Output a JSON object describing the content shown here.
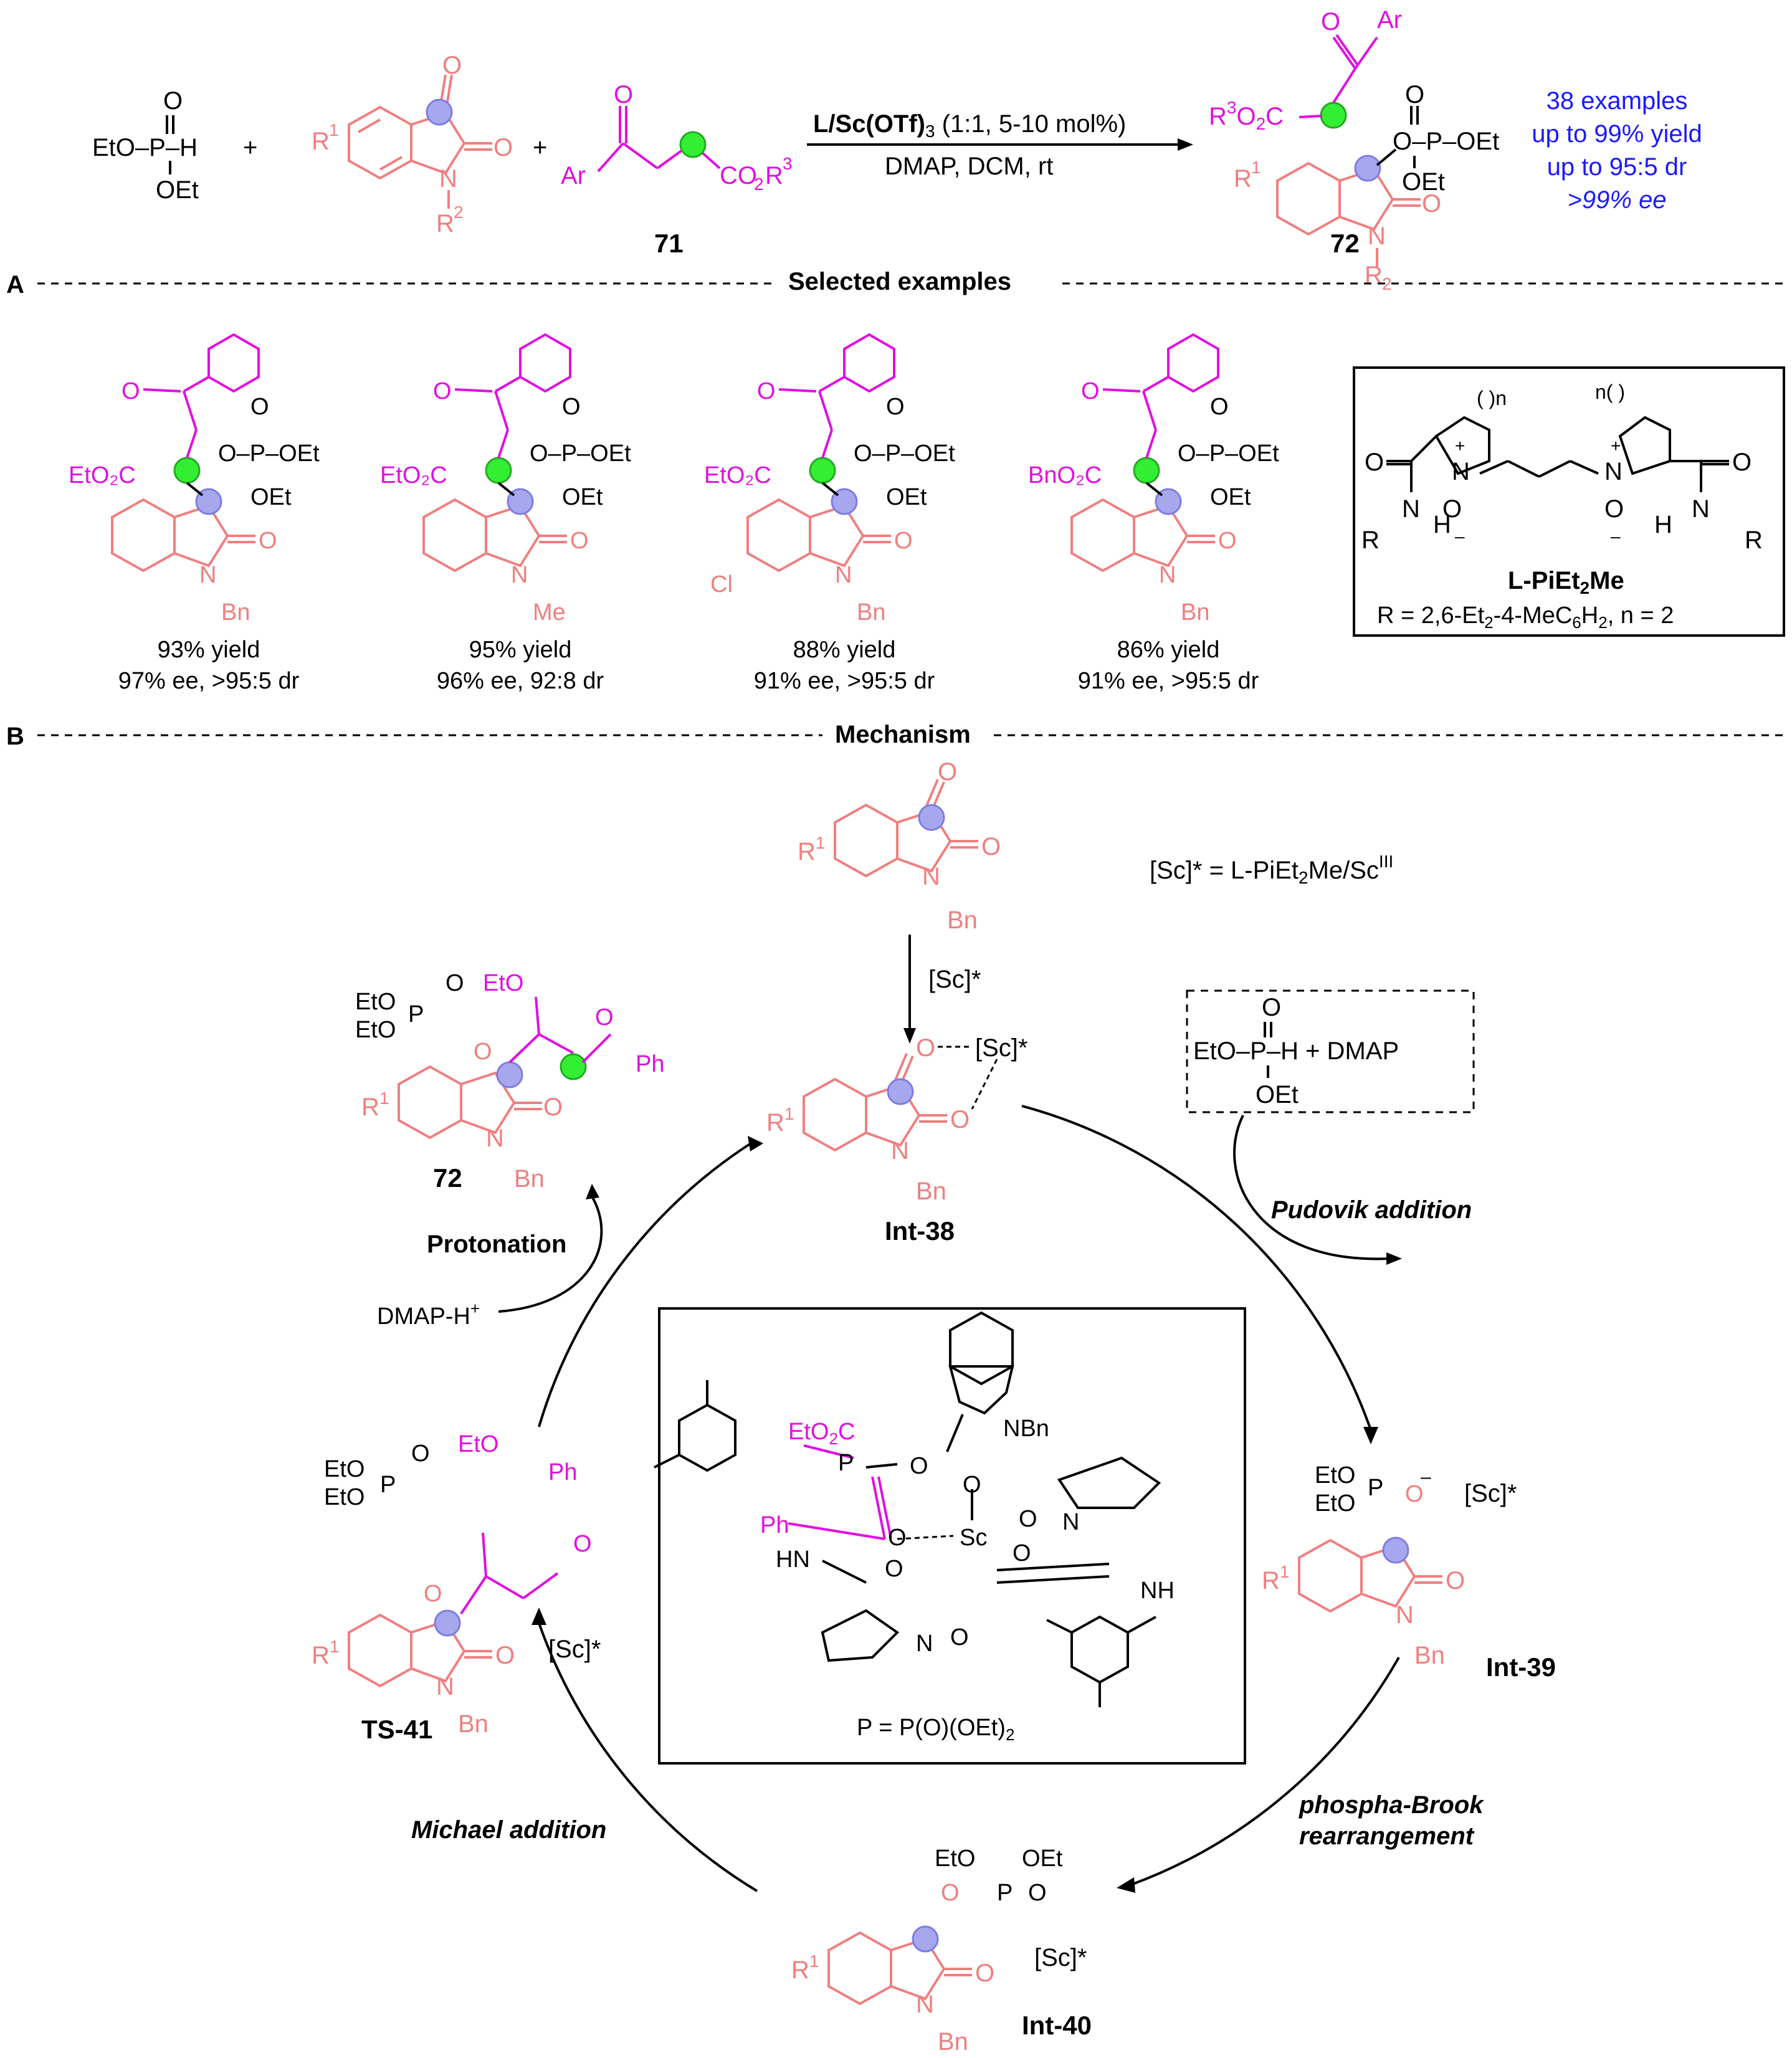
{
  "header": {
    "reagent_1": "EtO–P–H",
    "reagent_1_o": "O",
    "reagent_1_oet": "OEt",
    "plus": "+",
    "isatin_r1": "R",
    "isatin_r1_sup": "1",
    "isatin_r2": "R",
    "isatin_r2_sup": "2",
    "enone_ar": "Ar",
    "enone_ester": "CO",
    "enone_ester_sub": "2",
    "enone_r3": "R",
    "enone_r3_sup": "3",
    "compound_71": "71",
    "conditions_top": "L/Sc(OTf)",
    "conditions_top_sub": "3",
    "conditions_top_rest": " (1:1, 5-10 mol%)",
    "conditions_bottom": "DMAP,  DCM, rt",
    "product_72": "72",
    "product_r3o2c": "R",
    "product_ar": "Ar",
    "product_oet": "OEt",
    "product_r2": "R",
    "product_r2_sub": "2",
    "summary": [
      "38 examples",
      "up to 99% yield",
      "up to 95:5 dr",
      ">99% ee"
    ]
  },
  "section_a": {
    "letter": "A",
    "title": "Selected examples",
    "examples": [
      {
        "ester": "EtO2C",
        "n_sub": "Bn",
        "aryl_sub": "",
        "yield": "93% yield",
        "selectivity": "97% ee, >95:5 dr"
      },
      {
        "ester": "EtO2C",
        "n_sub": "Me",
        "aryl_sub": "",
        "yield": "95% yield",
        "selectivity": "96% ee, 92:8 dr"
      },
      {
        "ester": "EtO2C",
        "n_sub": "Bn",
        "aryl_sub": "Cl",
        "yield": "88% yield",
        "selectivity": "91% ee, >95:5 dr"
      },
      {
        "ester": "BnO2C",
        "n_sub": "Bn",
        "aryl_sub": "",
        "yield": "86% yield",
        "selectivity": "91% ee, >95:5 dr"
      }
    ],
    "ligand": {
      "name": "L-PiEt",
      "name_sub": "2",
      "name_end": "Me",
      "definition": "R = 2,6-Et",
      "definition_sub1": "2",
      "definition_mid": "-4-MeC",
      "definition_sub2": "6",
      "definition_mid2": "H",
      "definition_sub3": "2",
      "definition_end": ", n = 2"
    }
  },
  "section_b": {
    "letter": "B",
    "title": "Mechanism",
    "catalyst_def": "[Sc]* = L-PiEt",
    "catalyst_def_sub": "2",
    "catalyst_def_end": "Me/Sc",
    "catalyst_def_sup": "III",
    "step_reagent": "[Sc]*",
    "box_reagents": "EtO–P–H  +   DMAP",
    "steps": {
      "pudovik": "Pudovik addition",
      "phospha_brook_1": "phospha-Brook",
      "phospha_brook_2": "rearrangement",
      "michael": "Michael addition",
      "protonation": "Protonation",
      "dmap_h": "DMAP-H"
    },
    "intermediates": {
      "int38": "Int-38",
      "int39": "Int-39",
      "int40": "Int-40",
      "ts41": "TS-41",
      "product": "72"
    },
    "labels": {
      "sc": "[Sc]*",
      "bn": "Bn",
      "oet": "OEt",
      "eto": "EtO",
      "ph": "Ph",
      "nbn": "NBn",
      "hn": "HN",
      "nh": "NH",
      "p_def": "P = P(O)(OEt)",
      "p_def_sub": "2",
      "eto2c": "EtO2C"
    }
  }
}
